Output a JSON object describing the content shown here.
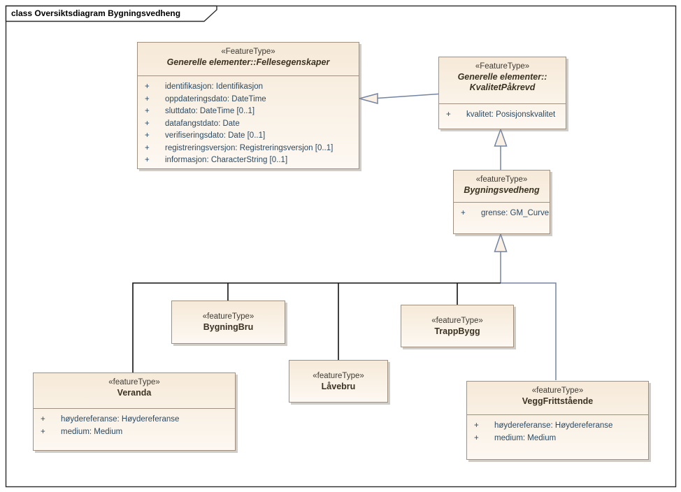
{
  "diagram": {
    "title": "class Oversiktsdiagram Bygningsvedheng"
  },
  "colors": {
    "canvas": "#ffffff",
    "box_fill_top": "#f6e9d8",
    "box_fill_bottom": "#fdf8f2",
    "box_border": "#9f9080",
    "connector_tree": "#111111",
    "connector_generalization": "#7384a4",
    "attribute_text": "#2b4a63",
    "class_name_text": "#3c3222"
  },
  "classes": [
    {
      "id": "fellesegenskaper",
      "stereotype": "«FeatureType»",
      "name1": "Generelle elementer::Fellesegenskaper",
      "abstract": true,
      "attributes": [
        {
          "vis": "+",
          "text": "identifikasjon: Identifikasjon"
        },
        {
          "vis": "+",
          "text": "oppdateringsdato: DateTime"
        },
        {
          "vis": "+",
          "text": "sluttdato: DateTime [0..1]"
        },
        {
          "vis": "+",
          "text": "datafangstdato: Date"
        },
        {
          "vis": "+",
          "text": "verifiseringsdato: Date [0..1]"
        },
        {
          "vis": "+",
          "text": "registreringsversjon: Registreringsversjon [0..1]"
        },
        {
          "vis": "+",
          "text": "informasjon: CharacterString [0..1]"
        }
      ]
    },
    {
      "id": "kvalitetpakrevd",
      "stereotype": "«FeatureType»",
      "name1": "Generelle elementer::",
      "name2": "KvalitetPåkrevd",
      "abstract": true,
      "attributes": [
        {
          "vis": "+",
          "text": "kvalitet: Posisjonskvalitet"
        }
      ]
    },
    {
      "id": "bygningsvedheng",
      "stereotype": "«featureType»",
      "name1": "Bygningsvedheng",
      "abstract": true,
      "attributes": [
        {
          "vis": "+",
          "text": "grense: GM_Curve"
        }
      ]
    },
    {
      "id": "bygningbru",
      "stereotype": "«featureType»",
      "name1": "BygningBru"
    },
    {
      "id": "trappbygg",
      "stereotype": "«featureType»",
      "name1": "TrappBygg"
    },
    {
      "id": "lavebru",
      "stereotype": "«featureType»",
      "name1": "Låvebru"
    },
    {
      "id": "veranda",
      "stereotype": "«featureType»",
      "name1": "Veranda",
      "attributes": [
        {
          "vis": "+",
          "text": "høydereferanse: Høydereferanse"
        },
        {
          "vis": "+",
          "text": "medium: Medium"
        }
      ]
    },
    {
      "id": "veggfrittstaende",
      "stereotype": "«featureType»",
      "name1": "VeggFrittstående",
      "attributes": [
        {
          "vis": "+",
          "text": "høydereferanse: Høydereferanse"
        },
        {
          "vis": "+",
          "text": "medium: Medium"
        }
      ]
    }
  ],
  "relations": [
    {
      "type": "generalization",
      "from": "KvalitetPåkrevd",
      "to": "Generelle elementer::Fellesegenskaper"
    },
    {
      "type": "generalization",
      "from": "Bygningsvedheng",
      "to": "Generelle elementer::KvalitetPåkrevd"
    },
    {
      "type": "generalization",
      "from": "BygningBru",
      "to": "Bygningsvedheng"
    },
    {
      "type": "generalization",
      "from": "TrappBygg",
      "to": "Bygningsvedheng"
    },
    {
      "type": "generalization",
      "from": "Låvebru",
      "to": "Bygningsvedheng"
    },
    {
      "type": "generalization",
      "from": "Veranda",
      "to": "Bygningsvedheng"
    },
    {
      "type": "generalization",
      "from": "VeggFrittstående",
      "to": "Bygningsvedheng"
    }
  ]
}
